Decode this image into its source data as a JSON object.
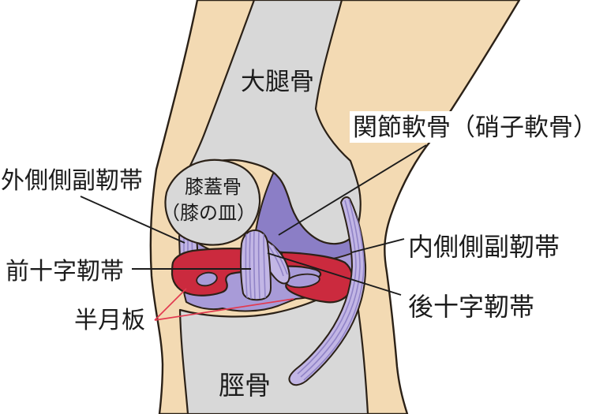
{
  "figure": {
    "type": "knee-joint-anatomy-diagram",
    "labels": {
      "femur": "大腿骨",
      "articular_cartilage": "関節軟骨（硝子軟骨）",
      "lateral_collateral_ligament": "外側側副靭帯",
      "patella_line1": "膝蓋骨",
      "patella_line2": "（膝の皿）",
      "anterior_cruciate_ligament": "前十字靭帯",
      "meniscus": "半月板",
      "medial_collateral_ligament": "内側側副靭帯",
      "posterior_cruciate_ligament": "後十字靭帯",
      "tibia": "脛骨"
    },
    "colors": {
      "background": "#ffffff",
      "skin": "#f3dab3",
      "bone": "#d8d8d8",
      "cartilage_dark_purple": "#8b7ec6",
      "capsule_purple": "#a89bd8",
      "ligament_light_purple": "#c2b6e5",
      "ligament_stripe": "#9184c7",
      "meniscus_red": "#cb2a3e",
      "leader_line_red": "#e23a50",
      "outline": "#2b2117",
      "text": "#1c1c1c",
      "label_background": "#ffffff"
    }
  }
}
